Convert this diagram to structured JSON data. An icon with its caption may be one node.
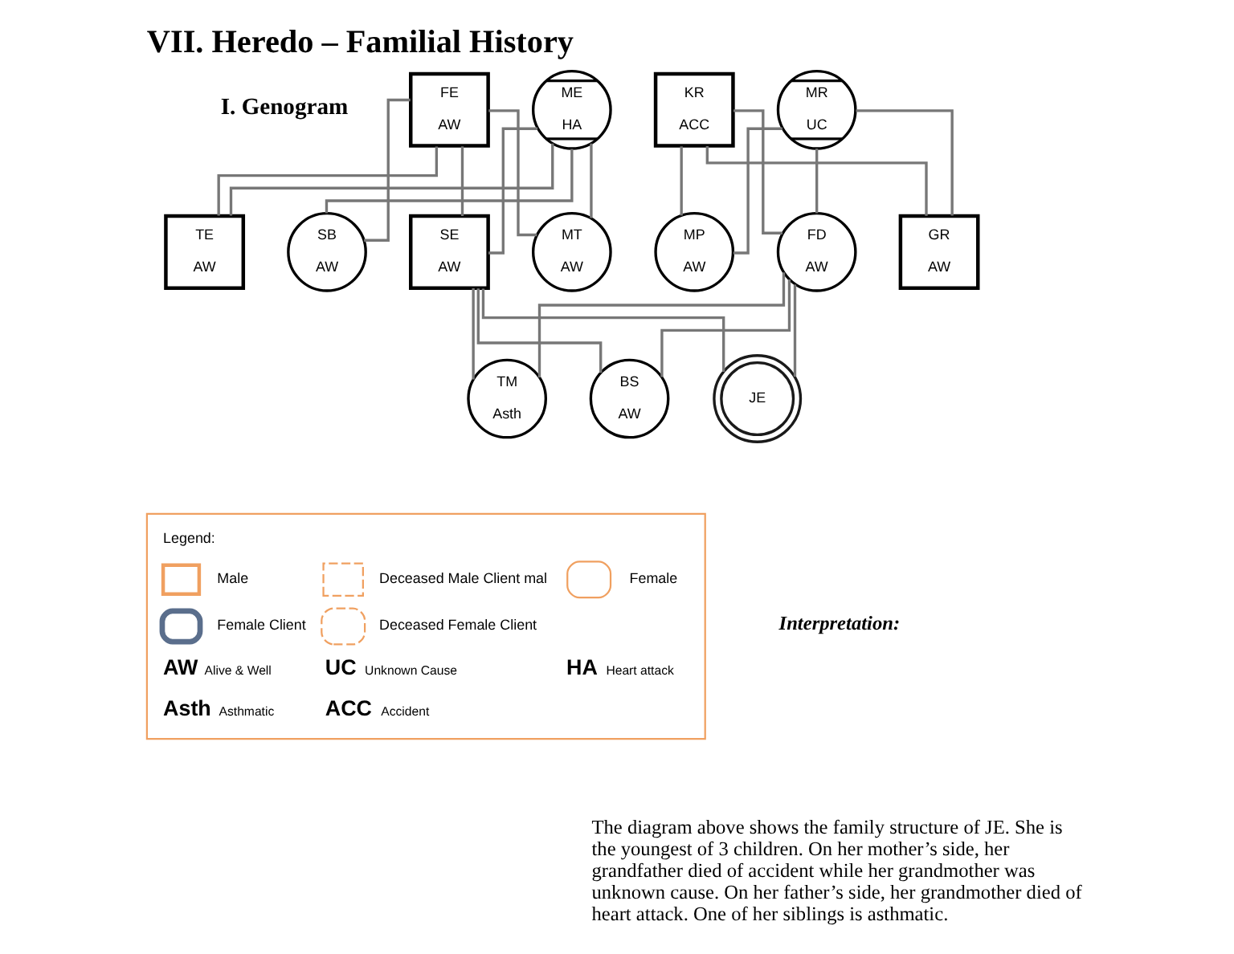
{
  "diagram": {
    "title": "VII. Heredo – Familial History",
    "nodes": [
      {
        "text": [
          "FE",
          "AW"
        ]
      },
      {
        "text": [
          "ME",
          "HA"
        ]
      },
      {
        "text": [
          "KR",
          "ACC"
        ]
      },
      {
        "text": [
          "MR",
          "UC"
        ]
      },
      {
        "text": [
          "TE",
          "AW"
        ]
      },
      {
        "text": [
          "SB",
          "AW"
        ]
      },
      {
        "text": [
          "SE",
          "AW"
        ]
      },
      {
        "text": [
          "MT",
          "AW"
        ]
      },
      {
        "text": [
          "MP",
          "AW"
        ]
      },
      {
        "text": [
          "FD",
          "AW"
        ]
      },
      {
        "text": [
          "GR",
          "AW"
        ]
      },
      {
        "text": [
          "TM",
          "Asth"
        ]
      },
      {
        "text": [
          "BS",
          "AW"
        ]
      },
      {
        "text": [
          "JE"
        ]
      }
    ],
    "edges": [
      {
        "from": 0,
        "to": 4,
        "arrow": "none"
      },
      {
        "from": 0,
        "to": 5,
        "arrow": "none"
      },
      {
        "from": 0,
        "to": 6,
        "arrow": "none"
      },
      {
        "from": 0,
        "to": 7,
        "arrow": "none"
      },
      {
        "from": 1,
        "to": 4,
        "arrow": "none"
      },
      {
        "from": 1,
        "to": 5,
        "arrow": "none"
      },
      {
        "from": 1,
        "to": 6,
        "arrow": "none"
      },
      {
        "from": 1,
        "to": 7,
        "arrow": "none"
      },
      {
        "from": 2,
        "to": 8,
        "arrow": "none"
      },
      {
        "from": 2,
        "to": 9,
        "arrow": "none"
      },
      {
        "from": 2,
        "to": 10,
        "arrow": "none"
      },
      {
        "from": 3,
        "to": 8,
        "arrow": "none"
      },
      {
        "from": 3,
        "to": 9,
        "arrow": "none"
      },
      {
        "from": 3,
        "to": 10,
        "arrow": "none"
      },
      {
        "from": 6,
        "to": 11,
        "arrow": "none"
      },
      {
        "from": 6,
        "to": 12,
        "arrow": "none"
      },
      {
        "from": 6,
        "to": 13,
        "arrow": "none"
      },
      {
        "from": 9,
        "to": 11,
        "arrow": "none"
      },
      {
        "from": 9,
        "to": 12,
        "arrow": "none"
      },
      {
        "from": 9,
        "to": 13,
        "arrow": "none"
      }
    ],
    "labels": [
      "I. Genogram",
      "Legend:",
      "AW",
      "Alive & Well",
      "UC",
      "Unknown Cause",
      "HA",
      "Heart attack",
      "Asth",
      "Asthmatic",
      "ACC",
      "Accident",
      "Interpretation:",
      "The diagram above shows the family structure of JE. She is the youngest of 3 children. On her mother’s side, her grandfather died of accident while her grandmother was unknown cause. On her father’s side, her grandmother died of heart attack. One of her siblings is asthmatic."
    ],
    "legend": [
      {
        "text": "Male"
      },
      {
        "text": "Deceased Male Client mal"
      },
      {
        "text": "Female"
      },
      {
        "text": "Female Client"
      },
      {
        "text": "Deceased Female Client"
      }
    ]
  }
}
